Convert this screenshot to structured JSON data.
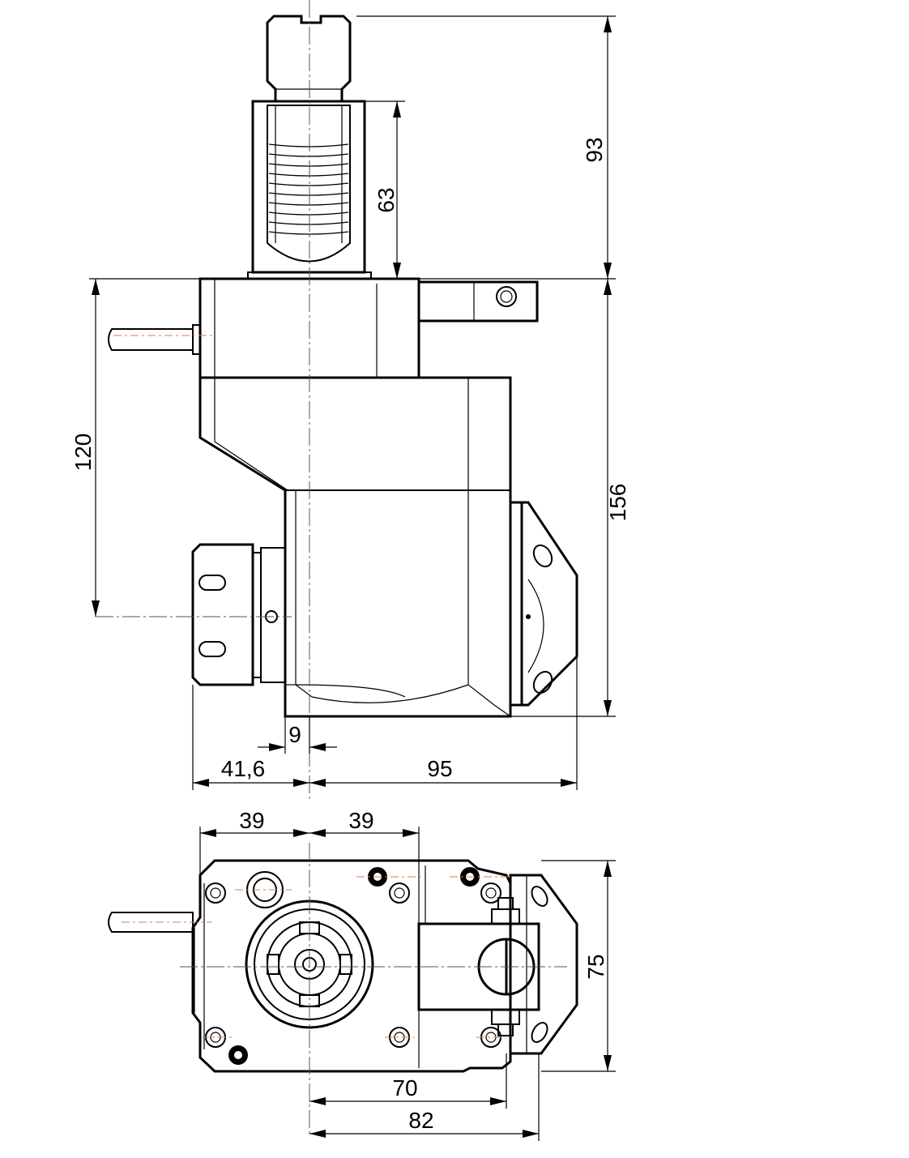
{
  "drawing": {
    "front_view": {
      "dimensions": {
        "d93": "93",
        "d63": "63",
        "d120": "120",
        "d156": "156",
        "d9": "9",
        "d41_6": "41,6",
        "d95": "95"
      }
    },
    "top_view": {
      "dimensions": {
        "d39_left": "39",
        "d39_right": "39",
        "d75": "75",
        "d70": "70",
        "d82": "82"
      }
    },
    "colors": {
      "line": "#000000",
      "centerline_accent": "#d08050",
      "background": "#ffffff"
    }
  }
}
